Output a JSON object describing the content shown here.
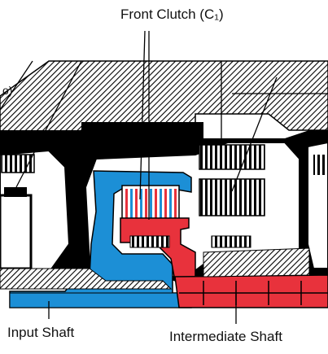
{
  "labels": {
    "front_clutch": "Front Clutch (C₁)",
    "input_shaft": "Input Shaft",
    "intermediate_shaft": "Intermediate Shaft",
    "partial_left": "o)"
  },
  "colors": {
    "housing": "#000000",
    "hatch": "#000000",
    "input_blue": "#1c8fd6",
    "intermediate_red": "#e8323c",
    "background": "#ffffff"
  }
}
